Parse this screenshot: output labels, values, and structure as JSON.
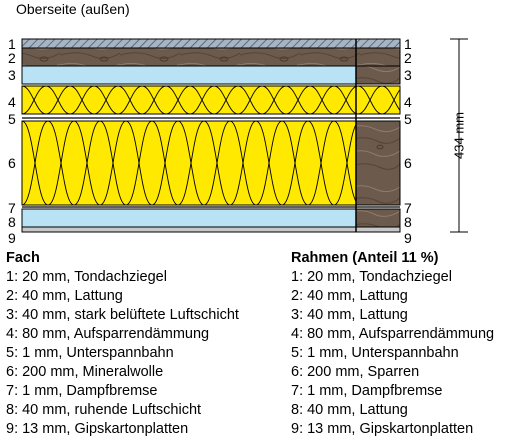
{
  "top_label": "Oberseite (außen)",
  "layer_numbers_left": [
    "1",
    "2",
    "3",
    "4",
    "5",
    "6",
    "7",
    "8",
    "9"
  ],
  "layer_numbers_right": [
    "1",
    "2",
    "3",
    "4",
    "5",
    "6",
    "7",
    "8",
    "9"
  ],
  "dimension_label": "434 mm",
  "legend_fach": {
    "title": "Fach",
    "items": [
      "1: 20 mm, Tondachziegel",
      "2: 40 mm, Lattung",
      "3: 40 mm, stark belüftete Luftschicht",
      "4: 80 mm, Aufsparrendämmung",
      "5: 1 mm, Unterspannbahn",
      "6: 200 mm, Mineralwolle",
      "7: 1 mm, Dampfbremse",
      "8: 40 mm, ruhende Luftschicht",
      "9: 13 mm, Gipskartonplatten"
    ]
  },
  "legend_rahmen": {
    "title": "Rahmen (Anteil 11 %)",
    "items": [
      "1: 20 mm, Tondachziegel",
      "2: 40 mm, Lattung",
      "3: 40 mm, Lattung",
      "4: 80 mm, Aufsparrendämmung",
      "5: 1 mm, Unterspannbahn",
      "6: 200 mm, Sparren",
      "7: 1 mm, Dampfbremse",
      "8: 40 mm, Lattung",
      "9: 13 mm, Gipskartonplatten"
    ]
  },
  "colors": {
    "tile": "#a7b4c4",
    "wood": "#6b5a4b",
    "air": "#b9e3f5",
    "insulation": "#ffe900",
    "gypsum": "#c8c8c8"
  }
}
